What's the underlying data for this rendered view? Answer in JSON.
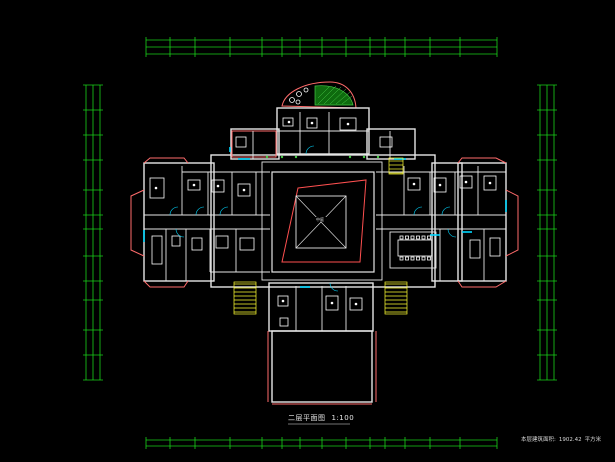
{
  "drawing": {
    "title": "二层平面图",
    "scale": "1:100",
    "area_label": "本层建筑面积:",
    "area_value": "1902.42",
    "area_unit": "平方米",
    "room_labels": {
      "central_hall": "中庭"
    }
  },
  "colors": {
    "background": "#000000",
    "dimension_lines": "#19d219",
    "walls": "#e6e6e6",
    "exterior_wall": "#ff6b6b",
    "window": "#00d7ff",
    "furniture": "#ffffff",
    "stair": "#ffff32",
    "void": "#ff5050",
    "garden": "#46c846"
  }
}
